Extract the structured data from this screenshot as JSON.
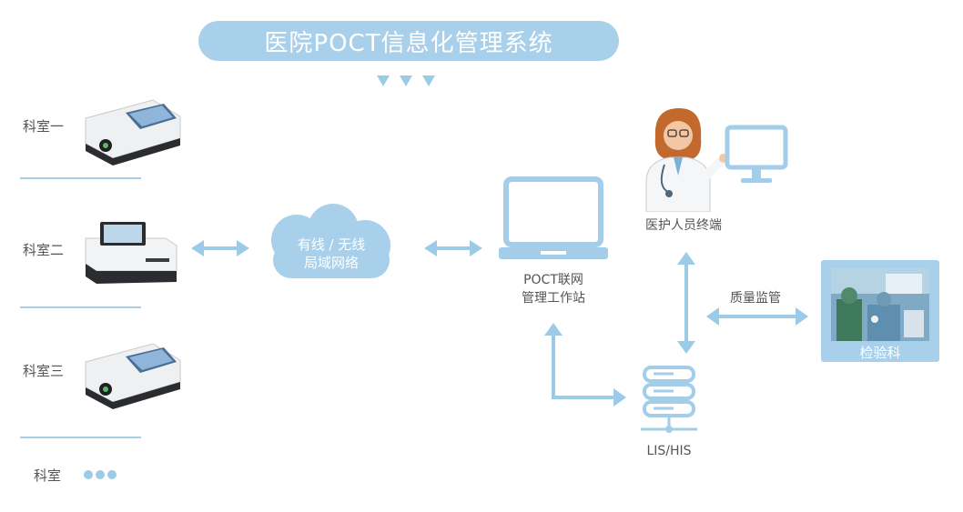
{
  "title": "医院POCT信息化管理系统",
  "departments": [
    "科室一",
    "科室二",
    "科室三",
    "科室"
  ],
  "network_cloud": {
    "line1": "有线 / 无线",
    "line2": "局域网络"
  },
  "workstation": {
    "line1": "POCT联网",
    "line2": "管理工作站"
  },
  "medical_terminal": "医护人员终端",
  "quality_label": "质量监管",
  "lab": "检验科",
  "lis_his": "LIS/HIS",
  "colors": {
    "accent": "#a9d0ea",
    "line": "#9ccbe8",
    "icon": "#a3cde9"
  }
}
